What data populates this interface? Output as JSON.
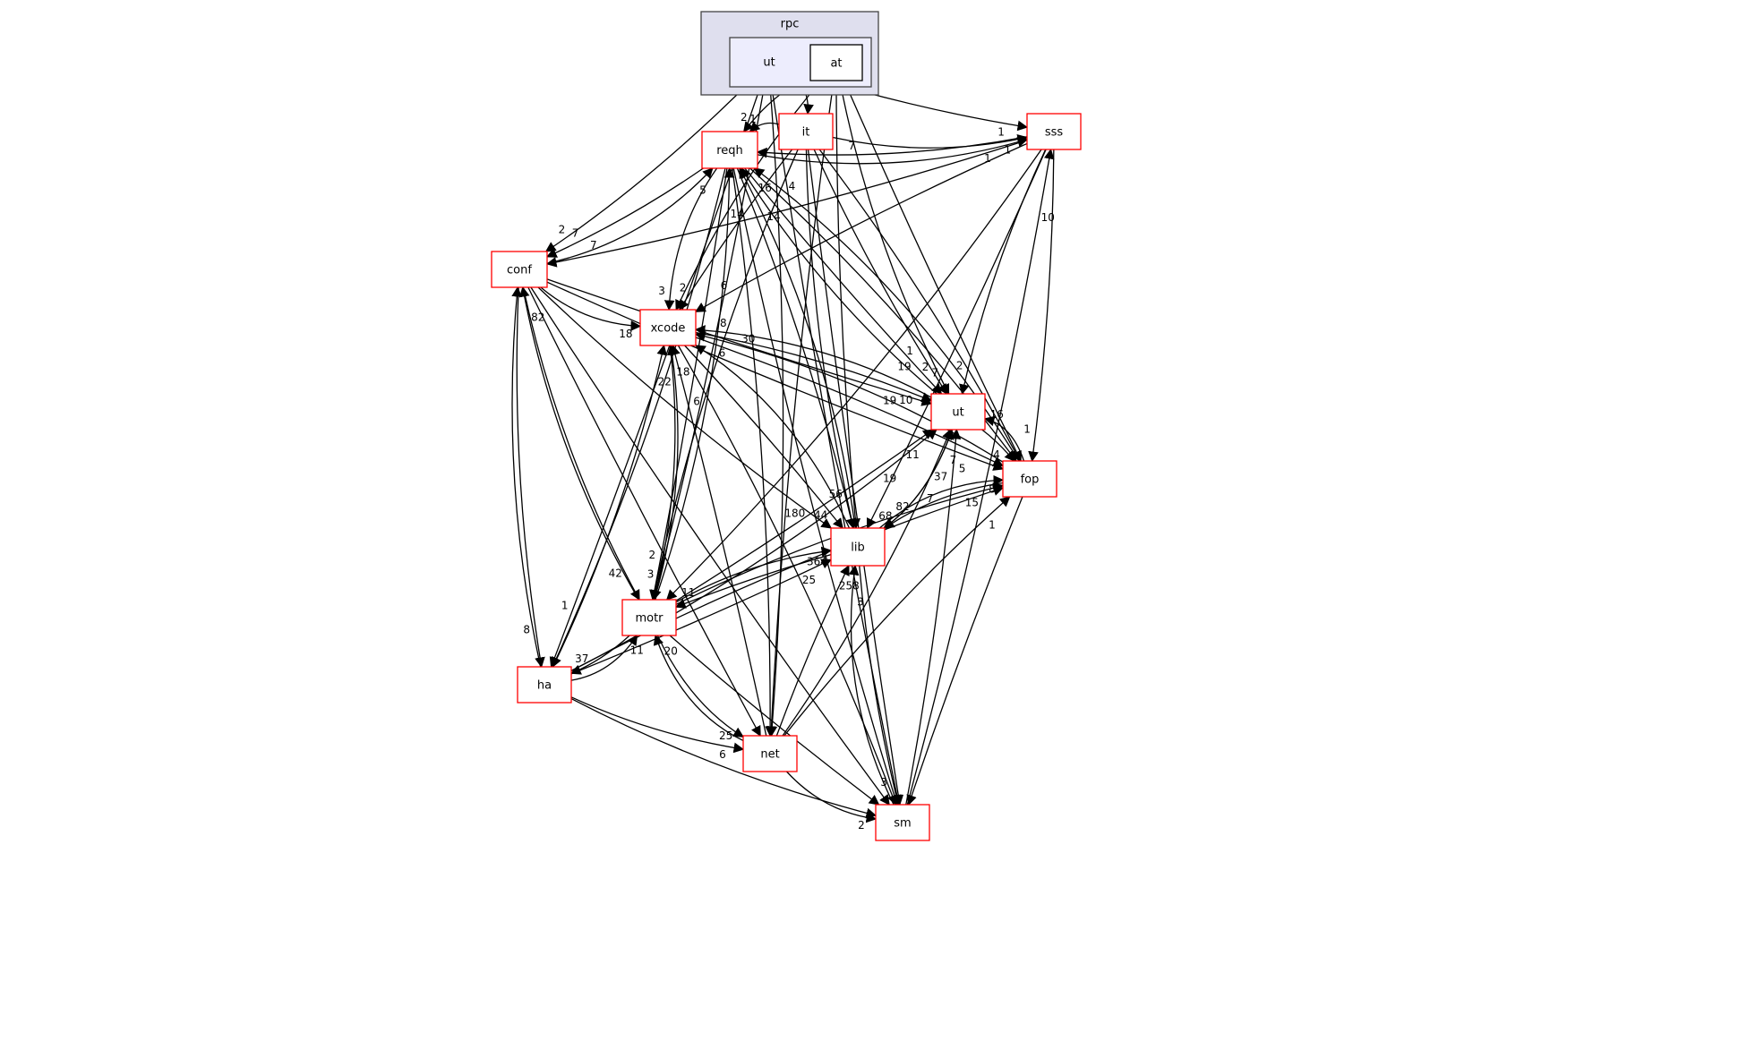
{
  "cluster": {
    "outer_label": "rpc",
    "inner_label": "ut",
    "outer_fill": "#dfdfee",
    "inner_fill": "#ededfd"
  },
  "nodes": {
    "at": {
      "label": "at",
      "border": "#000000"
    },
    "it": {
      "label": "it",
      "border": "#ff0000"
    },
    "sss": {
      "label": "sss",
      "border": "#ff0000"
    },
    "reqh": {
      "label": "reqh",
      "border": "#ff0000"
    },
    "conf": {
      "label": "conf",
      "border": "#ff0000"
    },
    "xcode": {
      "label": "xcode",
      "border": "#ff0000"
    },
    "ut": {
      "label": "ut",
      "border": "#ff0000"
    },
    "fop": {
      "label": "fop",
      "border": "#ff0000"
    },
    "lib": {
      "label": "lib",
      "border": "#ff0000"
    },
    "motr": {
      "label": "motr",
      "border": "#ff0000"
    },
    "ha": {
      "label": "ha",
      "border": "#ff0000"
    },
    "net": {
      "label": "net",
      "border": "#ff0000"
    },
    "sm": {
      "label": "sm",
      "border": "#ff0000"
    }
  },
  "edges": [
    {
      "from": "rput",
      "to": "it",
      "label": ""
    },
    {
      "from": "rput",
      "to": "sss",
      "label": "1"
    },
    {
      "from": "rput",
      "to": "conf",
      "label": "2"
    },
    {
      "from": "rput",
      "to": "motr",
      "label": ""
    },
    {
      "from": "rput",
      "to": "ha",
      "label": "1"
    },
    {
      "from": "rput",
      "to": "net",
      "label": ""
    },
    {
      "from": "rput",
      "to": "sm",
      "label": ""
    },
    {
      "from": "at",
      "to": "reqh",
      "label": "2"
    },
    {
      "from": "at",
      "to": "xcode",
      "label": ""
    },
    {
      "from": "at",
      "to": "ut",
      "label": "2"
    },
    {
      "from": "at",
      "to": "fop",
      "label": ""
    },
    {
      "from": "at",
      "to": "lib",
      "label": ""
    },
    {
      "from": "at",
      "to": "net",
      "label": ""
    },
    {
      "from": "it",
      "to": "reqh",
      "label": "1"
    },
    {
      "from": "it",
      "to": "sss",
      "label": "1"
    },
    {
      "from": "it",
      "to": "xcode",
      "label": "2"
    },
    {
      "from": "it",
      "to": "ut",
      "label": "1"
    },
    {
      "from": "it",
      "to": "fop",
      "label": ""
    },
    {
      "from": "it",
      "to": "lib",
      "label": ""
    },
    {
      "from": "it",
      "to": "motr",
      "label": ""
    },
    {
      "from": "it",
      "to": "sm",
      "label": ""
    },
    {
      "from": "sss",
      "to": "reqh",
      "label": "7"
    },
    {
      "from": "sss",
      "to": "ut",
      "label": "2"
    },
    {
      "from": "sss",
      "to": "fop",
      "label": "1"
    },
    {
      "from": "sss",
      "to": "lib",
      "label": ""
    },
    {
      "from": "sss",
      "to": "motr",
      "label": ""
    },
    {
      "from": "sss",
      "to": "xcode",
      "label": "6"
    },
    {
      "from": "sss",
      "to": "conf",
      "label": "7"
    },
    {
      "from": "reqh",
      "to": "sss",
      "label": "1"
    },
    {
      "from": "reqh",
      "to": "xcode",
      "label": "3"
    },
    {
      "from": "reqh",
      "to": "ut",
      "label": "19"
    },
    {
      "from": "reqh",
      "to": "fop",
      "label": "7"
    },
    {
      "from": "reqh",
      "to": "lib",
      "label": "56"
    },
    {
      "from": "reqh",
      "to": "conf",
      "label": "7"
    },
    {
      "from": "reqh",
      "to": "motr",
      "label": "2"
    },
    {
      "from": "reqh",
      "to": "ha",
      "label": ""
    },
    {
      "from": "reqh",
      "to": "net",
      "label": ""
    },
    {
      "from": "reqh",
      "to": "sm",
      "label": ""
    },
    {
      "from": "conf",
      "to": "reqh",
      "label": "5"
    },
    {
      "from": "conf",
      "to": "xcode",
      "label": "18"
    },
    {
      "from": "conf",
      "to": "ut",
      "label": "19"
    },
    {
      "from": "conf",
      "to": "fop",
      "label": "7"
    },
    {
      "from": "conf",
      "to": "lib",
      "label": "180"
    },
    {
      "from": "conf",
      "to": "ha",
      "label": "8"
    },
    {
      "from": "conf",
      "to": "motr",
      "label": "42"
    },
    {
      "from": "conf",
      "to": "net",
      "label": ""
    },
    {
      "from": "conf",
      "to": "sm",
      "label": ""
    },
    {
      "from": "xcode",
      "to": "ut",
      "label": "10"
    },
    {
      "from": "xcode",
      "to": "fop",
      "label": ""
    },
    {
      "from": "xcode",
      "to": "lib",
      "label": "44"
    },
    {
      "from": "xcode",
      "to": "motr",
      "label": "3"
    },
    {
      "from": "xcode",
      "to": "sm",
      "label": ""
    },
    {
      "from": "ut",
      "to": "xcode",
      "label": "8"
    },
    {
      "from": "ut",
      "to": "reqh",
      "label": "16"
    },
    {
      "from": "ut",
      "to": "fop",
      "label": "4"
    },
    {
      "from": "ut",
      "to": "lib",
      "label": "68"
    },
    {
      "from": "fop",
      "to": "ut",
      "label": "16"
    },
    {
      "from": "fop",
      "to": "xcode",
      "label": "30"
    },
    {
      "from": "fop",
      "to": "lib",
      "label": "82"
    },
    {
      "from": "fop",
      "to": "reqh",
      "label": "4"
    },
    {
      "from": "fop",
      "to": "sm",
      "label": ""
    },
    {
      "from": "lib",
      "to": "ut",
      "label": "37"
    },
    {
      "from": "lib",
      "to": "fop",
      "label": "8"
    },
    {
      "from": "lib",
      "to": "reqh",
      "label": "14"
    },
    {
      "from": "lib",
      "to": "xcode",
      "label": "6"
    },
    {
      "from": "lib",
      "to": "motr",
      "label": "11"
    },
    {
      "from": "lib",
      "to": "sm",
      "label": "3"
    },
    {
      "from": "motr",
      "to": "xcode",
      "label": "18"
    },
    {
      "from": "motr",
      "to": "reqh",
      "label": "14"
    },
    {
      "from": "motr",
      "to": "lib",
      "label": "364"
    },
    {
      "from": "motr",
      "to": "ut",
      "label": "11"
    },
    {
      "from": "motr",
      "to": "fop",
      "label": "15"
    },
    {
      "from": "motr",
      "to": "conf",
      "label": "82"
    },
    {
      "from": "motr",
      "to": "ha",
      "label": "37"
    },
    {
      "from": "motr",
      "to": "net",
      "label": "25"
    },
    {
      "from": "motr",
      "to": "sm",
      "label": ""
    },
    {
      "from": "ha",
      "to": "motr",
      "label": "11"
    },
    {
      "from": "ha",
      "to": "conf",
      "label": ""
    },
    {
      "from": "ha",
      "to": "xcode",
      "label": "22"
    },
    {
      "from": "ha",
      "to": "ut",
      "label": "19"
    },
    {
      "from": "ha",
      "to": "lib",
      "label": "25"
    },
    {
      "from": "ha",
      "to": "fop",
      "label": ""
    },
    {
      "from": "ha",
      "to": "net",
      "label": "6"
    },
    {
      "from": "ha",
      "to": "sm",
      "label": ""
    },
    {
      "from": "net",
      "to": "lib",
      "label": "258"
    },
    {
      "from": "net",
      "to": "xcode",
      "label": "6"
    },
    {
      "from": "net",
      "to": "motr",
      "label": "20"
    },
    {
      "from": "net",
      "to": "fop",
      "label": "1"
    },
    {
      "from": "net",
      "to": "ut",
      "label": "7"
    },
    {
      "from": "net",
      "to": "sm",
      "label": "2"
    },
    {
      "from": "sm",
      "to": "lib",
      "label": "3"
    },
    {
      "from": "sm",
      "to": "ut",
      "label": "5"
    },
    {
      "from": "sm",
      "to": "sss",
      "label": "10"
    }
  ]
}
